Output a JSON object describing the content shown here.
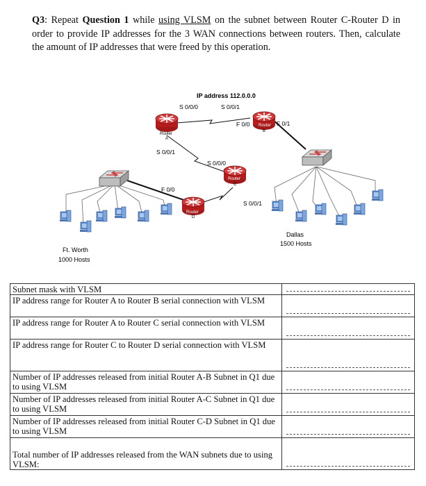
{
  "question": {
    "label": "Q3",
    "part1": ": Repeat ",
    "ref": "Question 1",
    "part2": " while ",
    "using": "using VLSM",
    "part3": " on the subnet between Router C-Router D in order to provide IP addresses for the 3 WAN connections between routers. Then, calculate the amount of IP addresses that were freed by this operation."
  },
  "diagram": {
    "ip_label": "IP address   112.0.0.0",
    "routers": [
      {
        "id": "A",
        "label": "Router",
        "letter": "A"
      },
      {
        "id": "B",
        "label": "Router",
        "letter": "B"
      },
      {
        "id": "C",
        "label": "Router",
        "letter": "C"
      },
      {
        "id": "D",
        "label": "Router",
        "letter": "D"
      }
    ],
    "interfaces": {
      "a_s000": "S 0/0/0",
      "b_s001": "S 0/0/1",
      "b_f00": "F 0/0",
      "b_f01": "F 0/1",
      "a_s001": "S 0/0/1",
      "c_s000": "S 0/0/0",
      "d_f00": "F 0/0",
      "c_s001": "S 0/0/1"
    },
    "sites": {
      "ftworth_name": "Ft. Worth",
      "ftworth_hosts": "1000 Hosts",
      "dallas_name": "Dallas",
      "dallas_hosts": "1500 Hosts"
    }
  },
  "table": {
    "rows": [
      {
        "label": "Subnet mask with VLSM"
      },
      {
        "label": "IP address range for Router A to Router B serial connection with VLSM"
      },
      {
        "label": "IP address range for Router A to Router C serial connection with VLSM"
      },
      {
        "label": "IP address range for Router C to Router D serial connection with VLSM"
      },
      {
        "label": "Number of IP addresses released from initial Router A-B Subnet in Q1 due to using VLSM"
      },
      {
        "label": "Number of IP addresses released from initial Router A-C Subnet in Q1 due to using VLSM"
      },
      {
        "label": "Number of IP addresses released from initial Router C-D Subnet in Q1 due to using VLSM"
      },
      {
        "label": "Total number of IP addresses released from the WAN subnets due to using VLSM:"
      }
    ]
  }
}
